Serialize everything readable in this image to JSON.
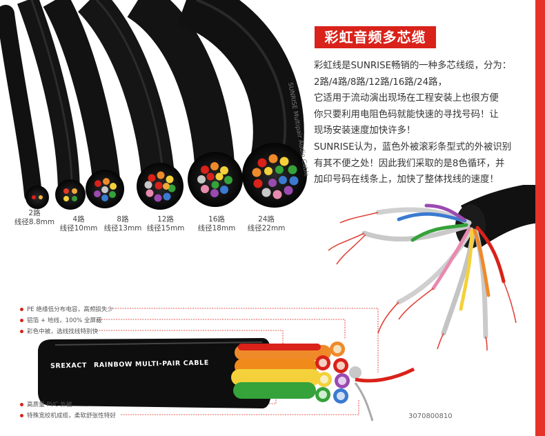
{
  "colors": {
    "accent_red": "#d9221a",
    "side_bar": "#e6332a",
    "text": "#333333",
    "cable_black": "#111111"
  },
  "title": "彩虹音频多芯缆",
  "description_lines": [
    "彩虹线是SUNRISE畅销的一种多芯线缆，分为：",
    "2路/4路/8路/12路/16路/24路，",
    "它适用于流动演出现场在工程安装上也很方便",
    "你只要利用电阻色码就能快速的寻找号码！让",
    "现场安装速度加快许多！",
    "SUNRISE认为，蓝色外被滚彩条型式的外被识别",
    "有其不便之处！因此我们采取的是8色循环，并",
    "加印号码在线条上，加快了整体找线的速度！"
  ],
  "sizes": [
    {
      "channels": "2路",
      "diameter": "线径8.8mm"
    },
    {
      "channels": "4路",
      "diameter": "线径10mm"
    },
    {
      "channels": "8路",
      "diameter": "线径13mm"
    },
    {
      "channels": "12路",
      "diameter": "线径15mm"
    },
    {
      "channels": "16路",
      "diameter": "线径18mm"
    },
    {
      "channels": "24路",
      "diameter": "线径22mm"
    }
  ],
  "annotations_top": [
    "PE 绝缘低分布电容，高频损失少",
    "铝箔 + 地线，100% 全屏蔽",
    "彩色中被，选线找线特别快"
  ],
  "annotations_bottom": [
    "高质量 PVC 外被",
    "特殊宽绞机成缆，柔软舒张性特好"
  ],
  "cable_brand": "SREXACT",
  "cable_print": "RAINBOW MULTI-PAIR CABLE",
  "part_number": "3070800810"
}
